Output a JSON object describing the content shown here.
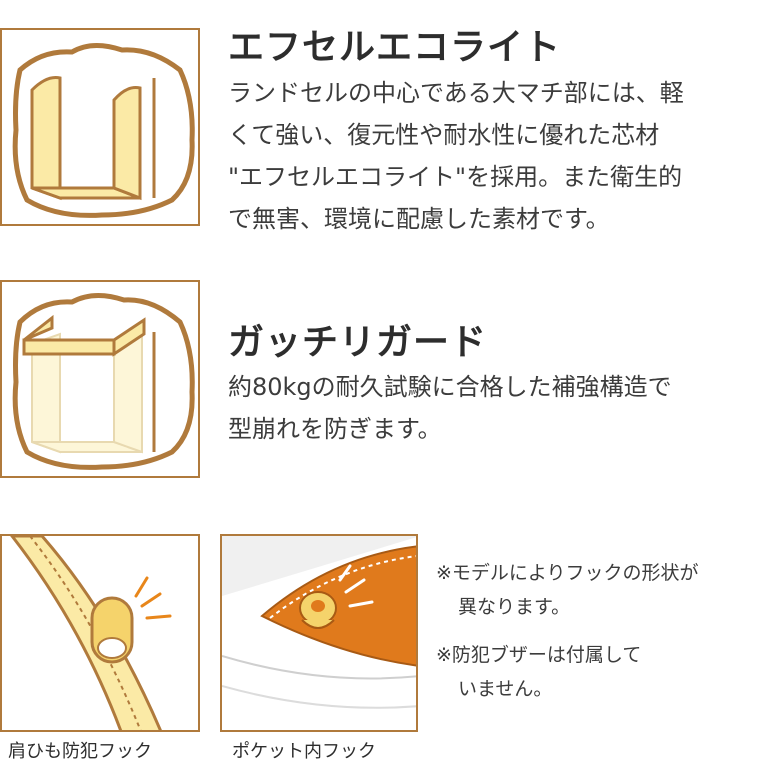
{
  "feature1": {
    "title": "エフセルエコライト",
    "lines": [
      "ランドセルの中心である大マチ部には、軽",
      "くて強い、復元性や耐水性に優れた芯材",
      "\"エフセルエコライト\"を採用。また衛生的",
      "で無害、環境に配慮した素材です。"
    ]
  },
  "feature2": {
    "title": "ガッチリガード",
    "lines": [
      "約80kgの耐久試験に合格した補強構造で",
      "型崩れを防ぎます。"
    ]
  },
  "hooks": {
    "shoulder_caption": "肩ひも防犯フック",
    "pocket_caption": "ポケット内フック"
  },
  "notes": {
    "note1_line1": "※モデルによりフックの形状が",
    "note1_line2": "異なります。",
    "note2_line1": "※防犯ブザーは付属して",
    "note2_line2": "いません。"
  },
  "colors": {
    "outline": "#b07a3c",
    "cream": "#fbeaa6",
    "cream_light": "#fdf6d8",
    "orange": "#e07a1c",
    "accent": "#e8861a",
    "gray": "#e6e6e6"
  }
}
